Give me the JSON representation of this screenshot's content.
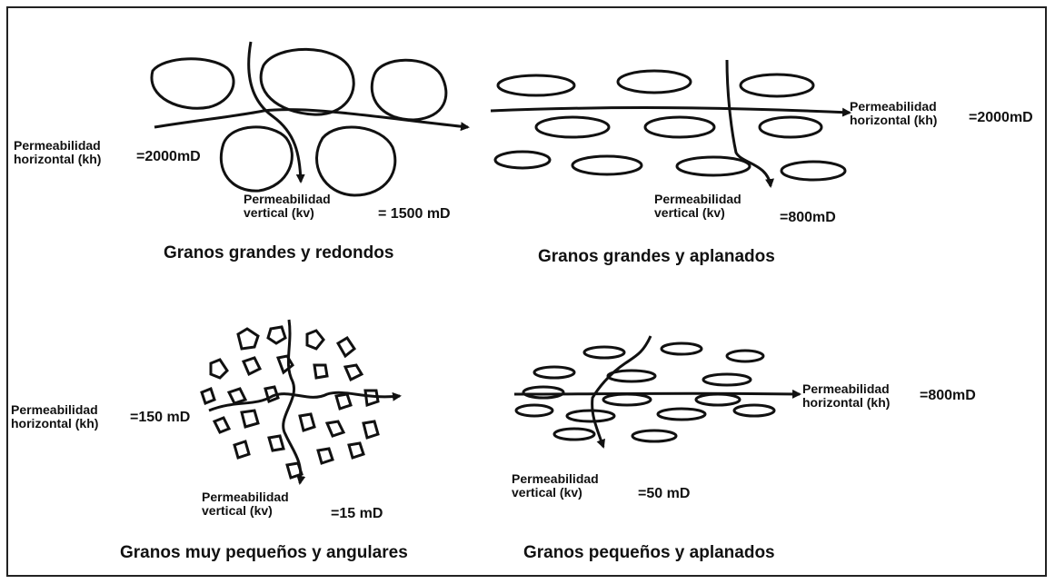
{
  "panels": [
    {
      "caption": "Granos grandes y redondos",
      "horizontal": {
        "label_line1": "Permeabilidad",
        "label_line2": "horizontal (kh)",
        "value": "=2000mD"
      },
      "vertical": {
        "label_line1": "Permeabilidad",
        "label_line2": "vertical (kv)",
        "value": "= 1500 mD"
      }
    },
    {
      "caption": "Granos grandes y aplanados",
      "horizontal": {
        "label_line1": "Permeabilidad",
        "label_line2": "horizontal (kh)",
        "value": "=2000mD"
      },
      "vertical": {
        "label_line1": "Permeabilidad",
        "label_line2": "vertical (kv)",
        "value": "=800mD"
      }
    },
    {
      "caption": "Granos muy pequeños y angulares",
      "horizontal": {
        "label_line1": "Permeabilidad",
        "label_line2": "horizontal (kh)",
        "value": "=150 mD"
      },
      "vertical": {
        "label_line1": "Permeabilidad",
        "label_line2": "vertical (kv)",
        "value": "=15 mD"
      }
    },
    {
      "caption": "Granos pequeños y aplanados",
      "horizontal": {
        "label_line1": "Permeabilidad",
        "label_line2": "horizontal (kh)",
        "value": "=800mD"
      },
      "vertical": {
        "label_line1": "Permeabilidad",
        "label_line2": "vertical (kv)",
        "value": "=50 mD"
      }
    }
  ]
}
